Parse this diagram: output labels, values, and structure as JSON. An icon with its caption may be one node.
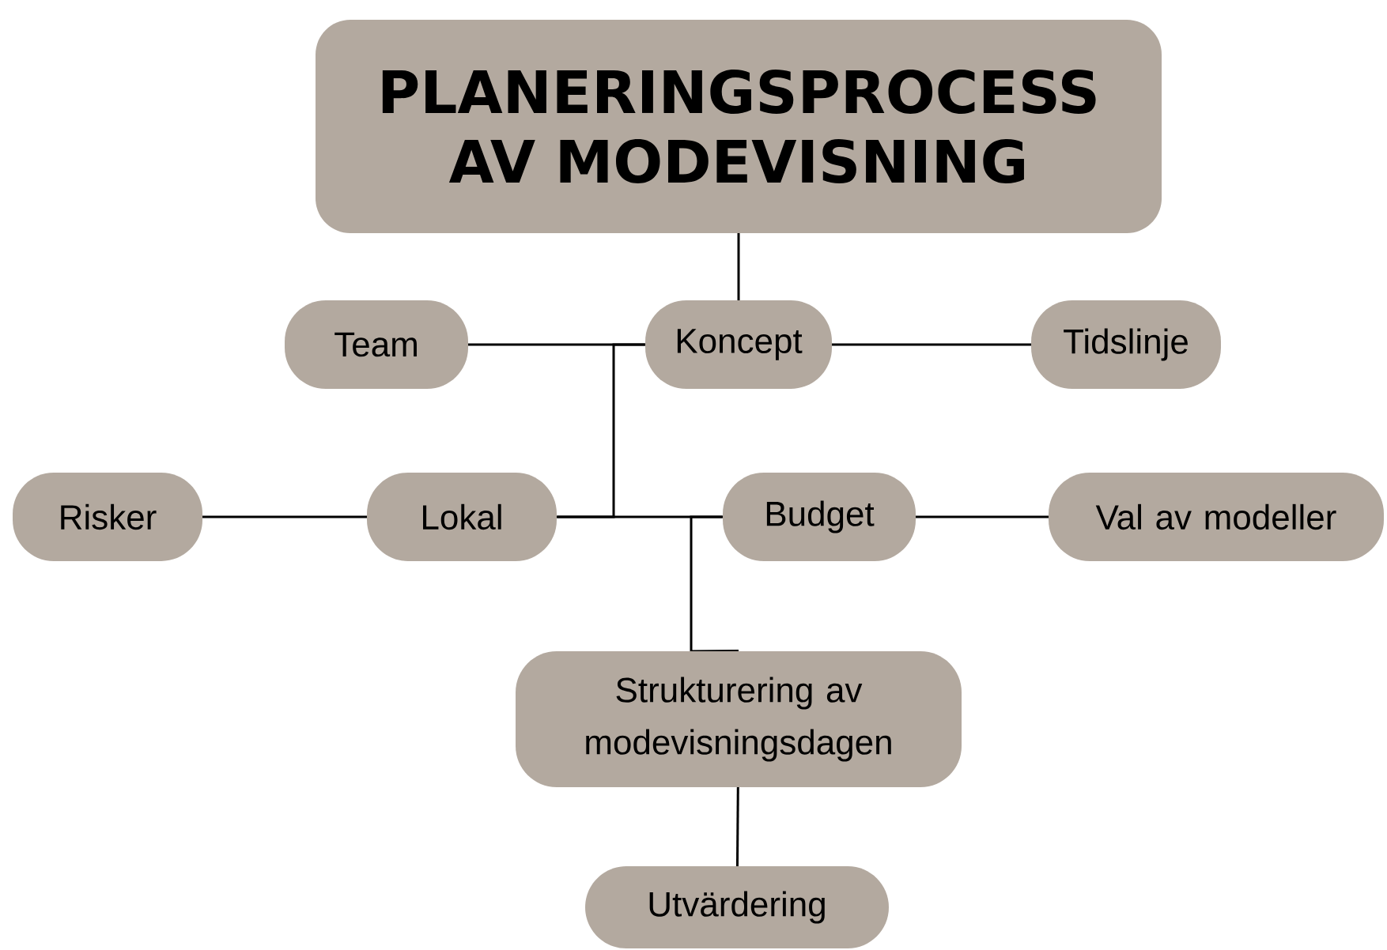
{
  "diagram": {
    "nodes": [
      {
        "text": [
          "PLANERINGSPROCESS AV MODEVISNING"
        ]
      },
      {
        "text": [
          "Team"
        ]
      },
      {
        "text": [
          "Koncept"
        ]
      },
      {
        "text": [
          "Tidslinje"
        ]
      },
      {
        "text": [
          "Risker"
        ]
      },
      {
        "text": [
          "Lokal"
        ]
      },
      {
        "text": [
          "Budget"
        ]
      },
      {
        "text": [
          "Val av modeller"
        ]
      },
      {
        "text": [
          "Strukturering av modevisningsdagen"
        ]
      },
      {
        "text": [
          "Utvärdering"
        ]
      }
    ],
    "edges": [
      {
        "from": 0,
        "to": 2,
        "arrow": "none"
      },
      {
        "from": 1,
        "to": 2,
        "arrow": "none"
      },
      {
        "from": 2,
        "to": 3,
        "arrow": "none"
      },
      {
        "from": 2,
        "to": 5,
        "arrow": "none"
      },
      {
        "from": 4,
        "to": 5,
        "arrow": "none"
      },
      {
        "from": 5,
        "to": 6,
        "arrow": "none"
      },
      {
        "from": 6,
        "to": 7,
        "arrow": "none"
      },
      {
        "from": 6,
        "to": 8,
        "arrow": "none"
      },
      {
        "from": 8,
        "to": 9,
        "arrow": "none"
      }
    ]
  }
}
